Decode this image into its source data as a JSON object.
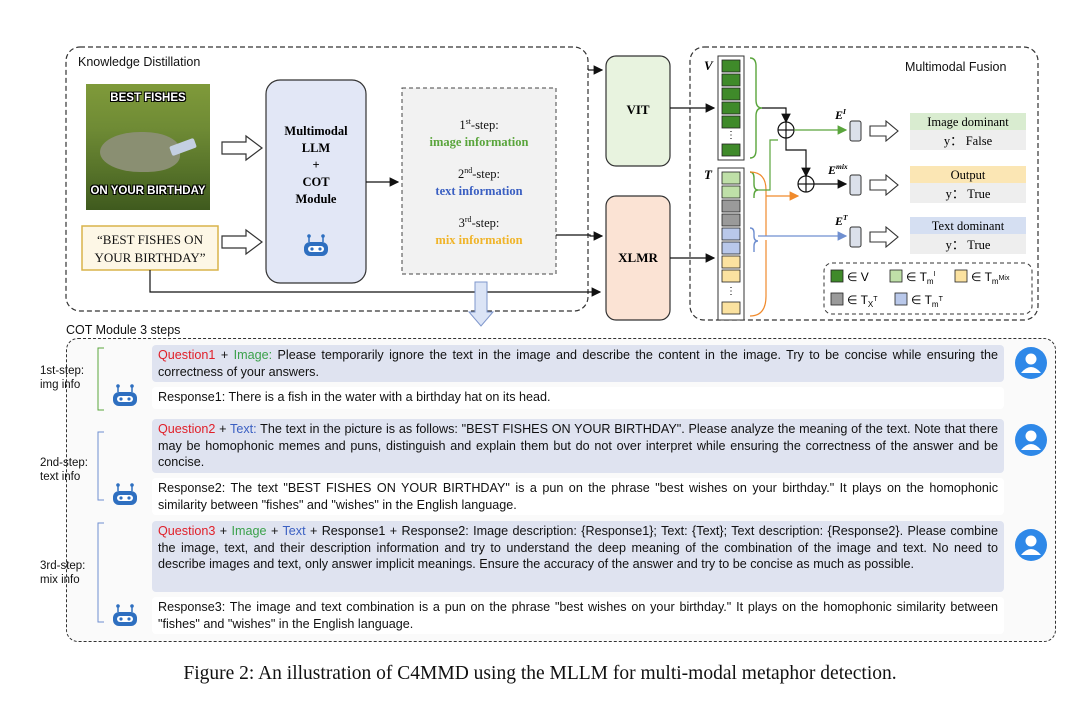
{
  "kd_label": "Knowledge Distillation",
  "mf_label": "Multimodal Fusion",
  "cot_label": "COT Module 3 steps",
  "meme": {
    "top_text": "BEST FISHES",
    "bottom_text": "ON YOUR BIRTHDAY"
  },
  "text_input": {
    "line1": "“BEST FISHES ON",
    "line2": "YOUR BIRTHDAY”"
  },
  "mllm": {
    "line1": "Multimodal",
    "line2": "LLM",
    "line3": "+",
    "line4": "COT",
    "line5": "Module"
  },
  "steps_box": {
    "s1_pre": "1",
    "s1_sup": "st",
    "s1_post": "-step:",
    "s1_info": "image information",
    "s2_pre": "2",
    "s2_sup": "nd",
    "s2_post": "-step:",
    "s2_info": "text information",
    "s3_pre": "3",
    "s3_sup": "rd",
    "s3_post": "-step:",
    "s3_info": "mix information"
  },
  "vit_label": "VIT",
  "xlmr_label": "XLMR",
  "v_label": "V",
  "t_label": "T",
  "embeds": {
    "e_img": "E",
    "e_img_sup": "I",
    "e_mix": "E",
    "e_mix_sup": "mix",
    "e_txt": "E",
    "e_txt_sup": "T"
  },
  "outputs": [
    {
      "title": "Image dominant",
      "value": "y： False"
    },
    {
      "title": "Output",
      "value": "y： True"
    },
    {
      "title": "Text dominant",
      "value": "y： True"
    }
  ],
  "legend": {
    "v": "∈ V",
    "tmi": "∈ T",
    "tmi_sub": "m",
    "tmi_sup": "I",
    "tmix": "∈ T",
    "tmix_sub": "m",
    "tmix_sup": "Mix",
    "txt": "∈ T",
    "txt_sub": "X",
    "txt_sup": "T",
    "tmt": "∈ T",
    "tmt_sub": "m",
    "tmt_sup": "T"
  },
  "colors": {
    "green": "#5aa53c",
    "blue": "#8aa3d6",
    "yellow": "#fbe2a0",
    "gray": "#9a9a9a",
    "orange": "#f08a2c",
    "vit_bg": "#e8f3df",
    "xlmr_bg": "#fbe3d4",
    "mllm_bg": "#e2e7f6"
  },
  "cot": {
    "step1_label": "1st-step:",
    "step1_sup": "st",
    "step1_line2": "img info",
    "step2_label": "2nd-step:",
    "step2_line2": "text info",
    "step3_label": "3rd-step:",
    "step3_line2": "mix info",
    "q1_tag": "Question1",
    "q1_plus": " + ",
    "q1_img": "Image:",
    "q1_text": " Please temporarily ignore the text in the image and describe the content in the image. Try to be concise while ensuring the correctness of your answers.",
    "r1_tag": "Response1:",
    "r1_text": " There is a fish in the water with a birthday hat on its head.",
    "q2_tag": "Question2",
    "q2_plus": " + ",
    "q2_txt": "Text:",
    "q2_text": " The text in the picture is as follows: \"BEST FISHES ON YOUR BIRTHDAY\". Please analyze the meaning of the text. Note that there may be homophonic memes and puns, distinguish and explain them but do not over interpret while ensuring the correctness of the answer and be concise.",
    "r2_tag": "Response2:",
    "r2_text": " The text \"BEST FISHES ON YOUR BIRTHDAY\" is a pun on the phrase \"best wishes on your birthday.\" It plays on the homophonic similarity between \"fishes\" and \"wishes\" in the English language.",
    "q3_tag": "Question3",
    "q3_p1": " + ",
    "q3_img": "Image",
    "q3_p2": " + ",
    "q3_txt": "Text",
    "q3_p3": " + Response1 + Response2:",
    "q3_text": " Image description: {Response1}; Text: {Text}; Text description: {Response2}. Please combine the image, text, and their description information and try to understand the deep meaning of the combination of the image and text. No need to describe images and text, only answer implicit meanings. Ensure the accuracy of the answer and try to be concise as much as possible.",
    "r3_tag": "Response3:",
    "r3_text": " The image and text combination is a pun on the phrase \"best wishes on your birthday.\" It plays on the homophonic similarity between \"fishes\" and \"wishes\" in the English language."
  },
  "caption": "Figure 2: An illustration of C4MMD using the MLLM for multi-modal metaphor detection."
}
